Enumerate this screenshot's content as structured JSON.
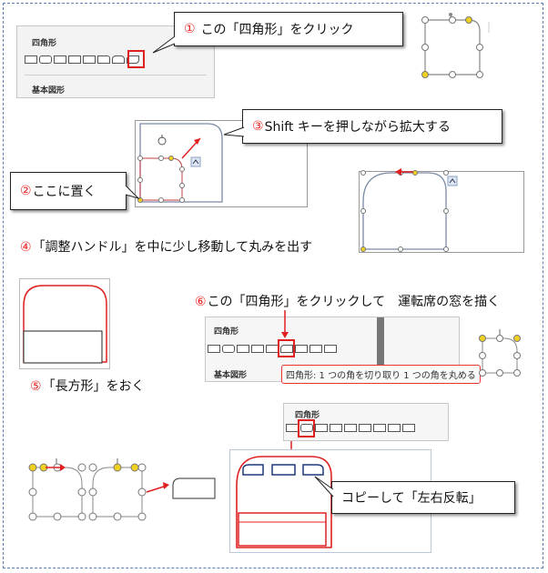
{
  "steps": {
    "step1": {
      "num": "①",
      "text": "この「四角形」をクリック"
    },
    "step2": {
      "num": "②",
      "text": "ここに置く"
    },
    "step3": {
      "num": "③",
      "text": "Shift キーを押しながら拡大する"
    },
    "step4": {
      "num": "④",
      "text": "「調整ハンドル」を中に少し移動して丸みを出す"
    },
    "step5": {
      "num": "⑤",
      "text": "「長方形」をおく"
    },
    "step6": {
      "num": "⑥",
      "text": "この「四角形」をクリックして　運転席の窓を描く"
    },
    "step7": {
      "text": "コピーして「左右反転」"
    }
  },
  "panels": {
    "panel1": {
      "category": "四角形",
      "next_category": "基本図形"
    },
    "panel2": {
      "category": "四角形",
      "next_category": "基本図形",
      "tooltip": "四角形: 1 つの角を切り取り 1 つの角を丸める"
    },
    "panel3": {
      "category": "四角形"
    }
  },
  "colors": {
    "accent": "#e02020",
    "handle": "#f0d020",
    "navy": "#1f3a7a",
    "frame": "#5b7fb5"
  }
}
